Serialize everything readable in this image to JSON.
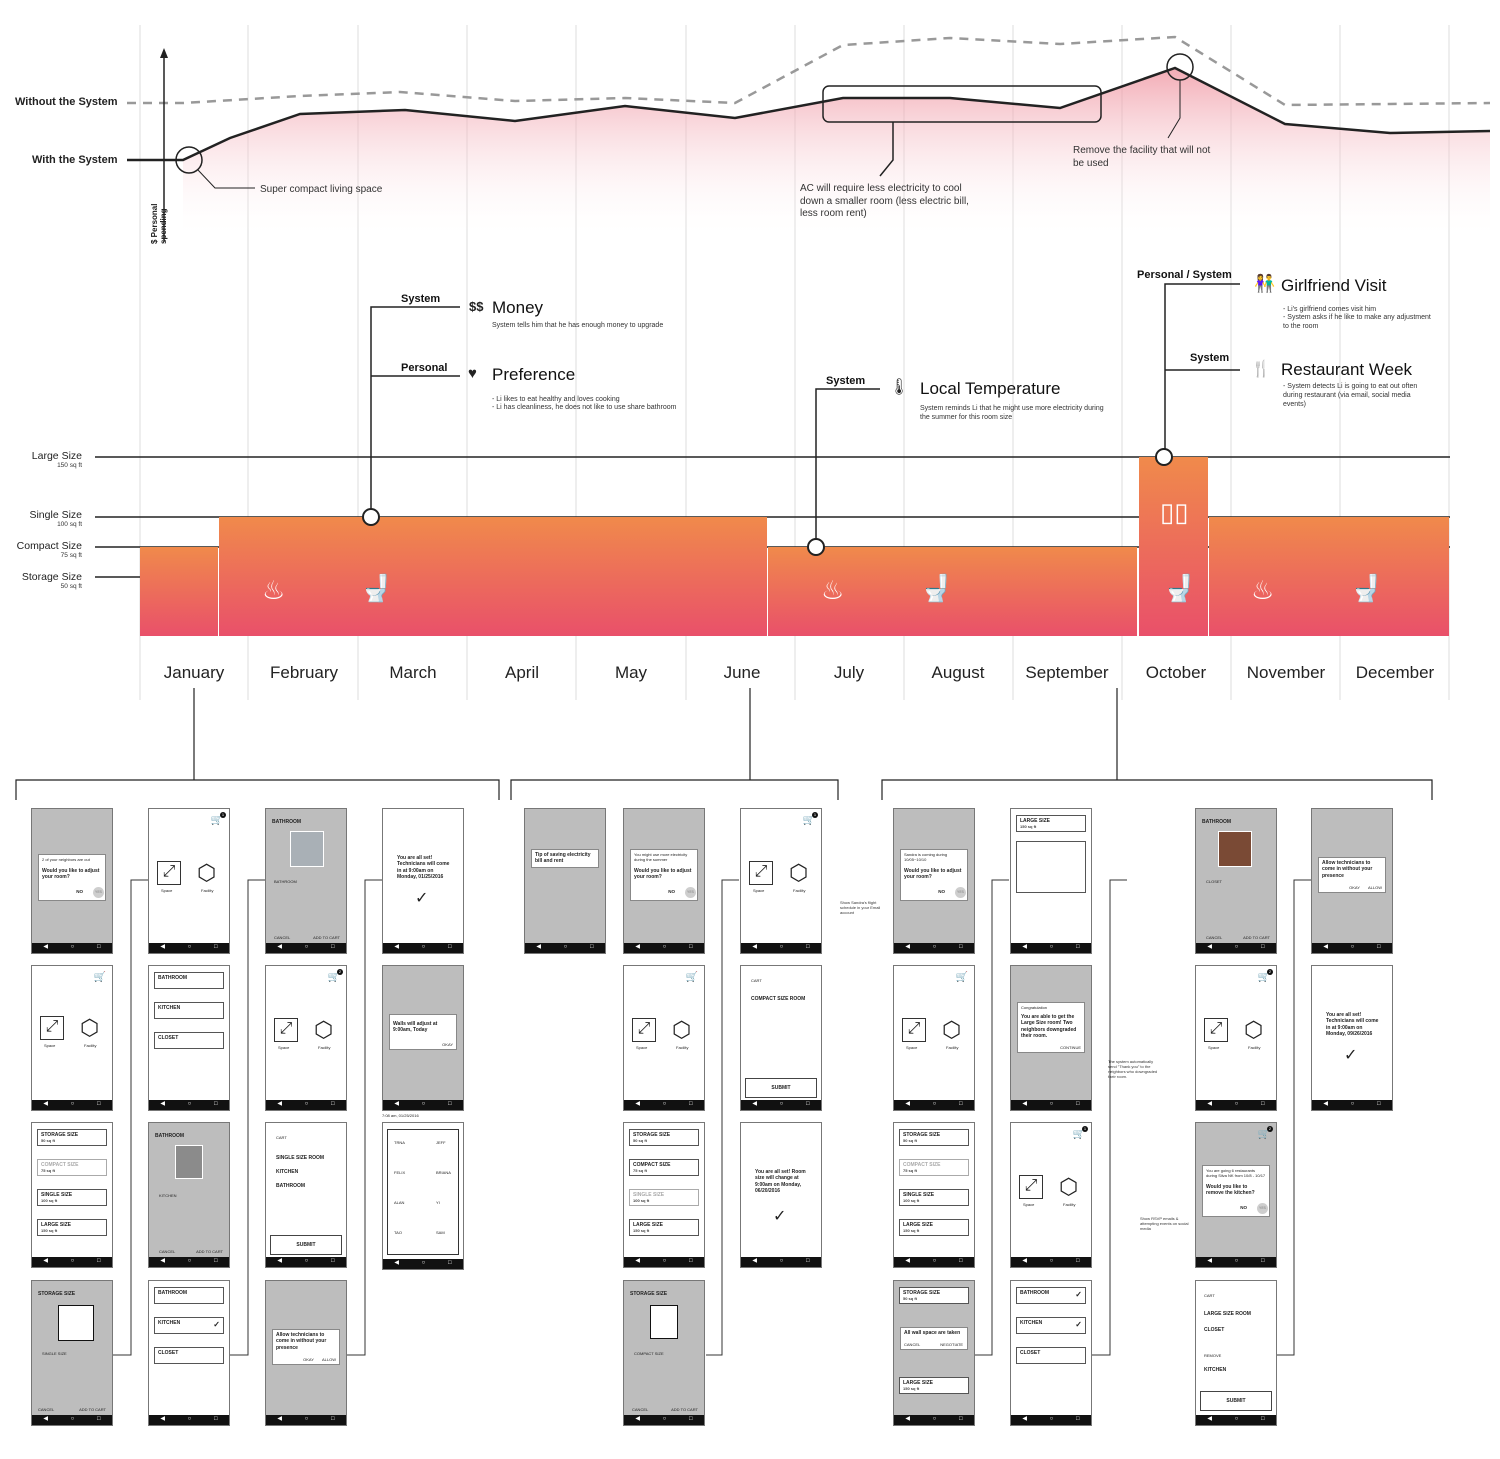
{
  "chart_data": {
    "type": "line",
    "ylabel": "$ Personal spending",
    "series": [
      {
        "name": "Without the System"
      },
      {
        "name": "With the System"
      }
    ],
    "months": [
      "January",
      "February",
      "March",
      "April",
      "May",
      "June",
      "July",
      "August",
      "September",
      "October",
      "November",
      "December"
    ],
    "room_levels": [
      {
        "label": "Large Size",
        "sub": "150 sq ft"
      },
      {
        "label": "Single Size",
        "sub": "100 sq ft"
      },
      {
        "label": "Compact Size",
        "sub": "75 sq ft"
      },
      {
        "label": "Storage Size",
        "sub": "50 sq ft"
      }
    ],
    "room_by_month": [
      "Compact Size",
      "Single Size",
      "Single Size",
      "Single Size",
      "Single Size",
      "Single Size",
      "Compact Size",
      "Compact Size",
      "Compact Size",
      "Large Size",
      "Single Size",
      "Single Size"
    ]
  },
  "colors": {
    "grad_top": "#f08a4b",
    "grad_bottom": "#e9506a",
    "pink": "#f7c6cf",
    "line": "#222222",
    "dash": "#999999"
  },
  "annotations": {
    "a1": "Super compact living space",
    "a2": "AC will require less electricity to cool down a smaller room (less electric bill, less room rent)",
    "a3": "Remove the facility that will not be used"
  },
  "events": {
    "money": {
      "tag": "System",
      "title": "Money",
      "icon": "$$",
      "desc": "System tells him that he has enough money to upgrade"
    },
    "pref": {
      "tag": "Personal",
      "title": "Preference",
      "desc1": "- Li likes to eat healthy and loves cooking",
      "desc2": "- Li has cleanliness, he does not like to use share bathroom"
    },
    "temp": {
      "tag": "System",
      "title": "Local Temperature",
      "desc": "System reminds Li that he might use more electricity during the summer for this room size"
    },
    "gf": {
      "tag": "Personal / System",
      "title": "Girlfriend Visit",
      "desc1": "- Li's girlfriend comes visit him",
      "desc2": "- System asks if he like to make any adjustment to the room"
    },
    "rest": {
      "tag": "System",
      "title": "Restaurant Week",
      "desc": "- System detects Li is going to eat out often during restaurant (via email, social media events)"
    }
  },
  "phones": {
    "jan": {
      "p1": {
        "t1": "2 of your neighbors are out",
        "q": "Would you like to adjust your room?",
        "no": "NO",
        "yes": "YES"
      },
      "space": "Space",
      "facility": "Facility",
      "sizes": [
        {
          "n": "STORAGE SIZE",
          "s": "50 sq ft"
        },
        {
          "n": "COMPACT SIZE",
          "s": "75 sq ft"
        },
        {
          "n": "SINGLE SIZE",
          "s": "100 sq ft"
        },
        {
          "n": "LARGE SIZE",
          "s": "150 sq ft"
        }
      ],
      "storage": "STORAGE SIZE",
      "single": "SINGLE SIZE",
      "cancel": "CANCEL",
      "addcart": "ADD TO CART",
      "bathroom": "BATHROOM",
      "kitchen": "KITCHEN",
      "closet": "CLOSET",
      "cart": "CART",
      "cart_items": [
        "SINGLE SIZE ROOM",
        "KITCHEN",
        "BATHROOM"
      ],
      "submit": "SUBMIT",
      "allow": "Allow technicians to come in without your presence",
      "okay": "OKAY",
      "allow_btn": "ALLOW",
      "set": "You are all set! Technicians will come in at 9:00am on Monday, 01/25/2016",
      "walls": "Walls will adjust at 9:00am, Today",
      "walls_date": "7:08 am, 01/25/2016",
      "plan": [
        "TRNA",
        "JEFF",
        "FELIX",
        "BRIANA",
        "ALAN",
        "YI",
        "TAO",
        "SAM"
      ]
    },
    "jun": {
      "tip": "Tip of saving electricity bill and rent",
      "p1": {
        "t1": "You might use more electricity during the summer",
        "q": "Would you like to adjust your room?",
        "no": "NO",
        "yes": "YES"
      },
      "cart_item": "COMPACT SIZE ROOM",
      "set": "You are all set! Room size will change at 9:00am on Monday, 06/20/2016"
    },
    "sep": {
      "p1": {
        "t1": "Sandra is coming during 10/05~10/10",
        "q": "Would you like to adjust your room?"
      },
      "side1": "Show Sandra's flight schedule in your Email account",
      "large": "LARGE SIZE",
      "large_s": "150 sq ft",
      "congrats": "Congratulation",
      "congrats_body": "You are able to get the Large Size room! Two neighbors downgraded their room.",
      "continue": "CONTINUE",
      "side2": "The system automatically send \"Thank you\" to the neighbors who downgraded their room.",
      "warn": "All wall space are taken",
      "negotiate": "NEGOTIATE",
      "kitchen_img": "CLOSET",
      "allow": "Allow technicians to come in without your presence",
      "set": "You are all set! Technicians will come in at 9:00am on Monday, 09/26/2016",
      "rest_t": "You are going 6 restaurants during Silva NK from 10/8 - 10/17",
      "rest_q": "Would you like to remove the kitchen?",
      "side3": "Show RSVP emails & attempting events on social media",
      "remove": "REMOVE",
      "cart_large": "LARGE SIZE ROOM"
    }
  }
}
